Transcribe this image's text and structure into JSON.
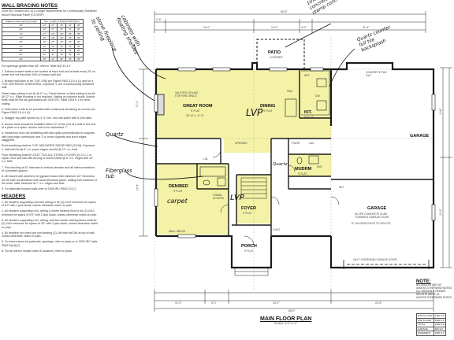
{
  "notes": {
    "wall_bracing": {
      "title": "WALL BRACING NOTES",
      "intro": "2009 IRC Section 602.10.4 Length requirements for Continuously Sheathed Wood Structural Panel (CS-WSP)",
      "table_header": [
        "Adjacent clear opening height",
        "Min. Length of Braced Wall Panel"
      ],
      "table_rows": [
        [
          "64\"",
          "24\"",
          "27\"",
          "30\"",
          "33\"",
          "36\""
        ],
        [
          "68\"",
          "26\"",
          "27\"",
          "30\"",
          "33\"",
          "36\""
        ],
        [
          "72\"",
          "27\"",
          "27\"",
          "30\"",
          "33\"",
          "36\""
        ],
        [
          "76\"",
          "30\"",
          "29\"",
          "30\"",
          "33\"",
          "36\""
        ],
        [
          "80\"",
          "32\"",
          "30\"",
          "30\"",
          "33\"",
          "36\""
        ],
        [
          "84\"",
          "35\"",
          "32\"",
          "32\"",
          "33\"",
          "36\""
        ],
        [
          "88\"",
          "38\"",
          "35\"",
          "33\"",
          "33\"",
          "36\""
        ],
        [
          "92\"",
          "43\"",
          "37\"",
          "35\"",
          "35\"",
          "36\""
        ],
        [
          "96\"",
          "48\"",
          "41\"",
          "38\"",
          "36\"",
          "36\""
        ]
      ],
      "notes_list": [
        "For openings greater than 96\" refer to Table 602.10.4.2",
        "1. Exterior braced walls to be located at each end and at least every 25' on center but not less than 16% of braced wall line.",
        "2. Braced wall lines to be 7/16\" OSB per Figure R602.10.4.4 (1) and for a 7/16\" APA RATED SHEATHING, exposure 1, are a continuously sheathed wall.",
        "Panel edge nailing to be 6d @ 6\" o.c. Panel interior or field nailing to be 8d @ 12\" o.c. Edge blocking is not required. Nailing at common studs. Anchor bolts must be hot dip galvanized per 2009 IRC Table 2304.9.1 for other nailing.",
        "3. Hold down ends to be provided with continuous sheathing at corners per Figure R602.10.4.4 (1).",
        "4. Stagger top plate splices by 3'-0\" min. and nail splice with 8-16d nails.",
        "5. Anchor bolts should be installed within 12\" of the end of a wall or the end of a plate or a splice. Anchor bolt to be embedded 7\".",
        "6. Install floor and roof sheathing with face grain perpendicular to supports with long edge continuous over 2 or more supports and short edges staggered.",
        "Roof sheathing shall be 7/16\" APA RATED SHEATHING (24/16), Exposure 1. Nail with 8d @ 6\" o.c. panel edges and 8d @ 12\" o.c. field.",
        "Floor sheathing shall be 23/32\" T&G ALL STURD-I-FLOOR (24 O.C.) or equal. Glue and nail with 8d ring or screw shank @ 6\" o.c. edges and 12\" o.c. field.",
        "7. Fire-blocking at 10' intervals in vertical direction and all interconnections of concealed spaces.",
        "8. All braced wall panels to be gypsum board with minimum 1/2\" thickness on the side not sheathed with wood structural panel, nailing with minimum of 5d cooler nails, fastened at 7\" o.c. edges and field.",
        "9. For alternate braced walls refer to 2009 IRC R602.10.3.2"
      ]
    },
    "headers": {
      "title": "HEADERS",
      "notes_list": [
        "1. All headers supporting roof and ceiling to be (2)-2x10 minimum for spans of 6'0\" with 2 jack studs, unless otherwise noted on plan.",
        "2. All headers supporting roof, ceiling & center bearing floor to be (2)-2x10 minimum for spans of 6'0\" with 2 jack studs, unless otherwise noted on plan.",
        "3. All headers supporting roof, ceiling, and two center bearing floors shall be (2)-2x10 minimum for spans of 4'0\" with 2 jack studs, unless otherwise noted on plan.",
        "4. All headers not noted are non-bearing (2)-2x6 with flat 2x4 at top of wall unless otherwise noted on plan.",
        "5. To reduce sizes for particular openings, refer to plans or to 2009 IRC table R502.5(1)&(2).",
        "6. For all interior header sizes & locations, refer to plans."
      ]
    }
  },
  "rooms": {
    "great_room": {
      "name": "GREAT ROOM",
      "ceiling": "9' FLAT",
      "detail": "VAULTED CEILING\nFOR FIRE SPACE",
      "dims": "15'-10\" x 17'-5\""
    },
    "dining": {
      "name": "DINING",
      "ceiling": "9' FLAT"
    },
    "kitchen": {
      "name": "KIT.",
      "ceiling": "9' FLAT"
    },
    "den_bed": {
      "name": "DEN/BED",
      "ceiling": "9' FLAT"
    },
    "mudroom": {
      "name": "MUDRM",
      "ceiling": "9' FLAT"
    },
    "foyer": {
      "name": "FOYER",
      "ceiling": "9' FLAT"
    },
    "porch": {
      "name": "PORCH",
      "ceiling": "9' FLAT"
    },
    "patio": {
      "name": "PATIO",
      "detail": "COVERED"
    },
    "garage_main": {
      "name": "GARAGE",
      "detail": "SLOPE CONCRETE SLAB\nTOWARDS GARAGE DOOR",
      "note": "8\" ON DEAD EDGE TO DELETE"
    },
    "garage_side": {
      "name": "GARAGE"
    },
    "pwdr": {
      "name": "PWDR"
    },
    "lau": {
      "name": "LAU"
    },
    "closet": {
      "name": "COAT"
    }
  },
  "annotations": {
    "stone_fireplace": "stone fireplace\nto ceiling",
    "cabinets": "cabinets with\nfloating shelves",
    "concrete_patio": "10x16\nconcrete patio\nstamp concrete",
    "quartz_counter": "Quartz counter\nfull tile\nbacksplash",
    "quartz_left": "Quartz",
    "fiberglass_tub": "Fiberglass\ntub",
    "lvp_dining": "LVP",
    "lvp_foyer": "LVP",
    "lvp_den": "carpet",
    "quartz_bath": "Quartz"
  },
  "labels": {
    "linen": "LIN.",
    "pantry": "PAN.",
    "dw": "DW",
    "ref": "REF",
    "wd": "W/D",
    "water_heater": "WH",
    "concrete_pad": "CONCRETE PAD\n3'x4'",
    "wall_above": "WALL ABOVE",
    "opening": "OPENING",
    "garage_door": "16'x7' OVERHEAD GARAGE DOOR",
    "crawl": "CRAWL\nACCESS"
  },
  "dimensions": {
    "top_overall": "69'-8\"",
    "top_a": "2'-6\"",
    "top_b": "24'-0\"",
    "top_c": "12'-0\"",
    "top_d": "3'-0\"",
    "top_e": "21'-6\"",
    "bottom_overall": "68'-0\"",
    "bottom_a": "12'-3\"",
    "bottom_b": "5'-0\"",
    "bottom_c": "24'-0\"",
    "bottom_d": "22'-6\"",
    "right_a": "24'-0\"",
    "right_b": "20'-0\"",
    "left_a": "11'-0\"",
    "left_b": "15'-6\""
  },
  "title_block": {
    "title": "MAIN FLOOR PLAN",
    "scale": "SCALE: 1/4\"=1'-0\""
  },
  "note_block": {
    "title": "NOTE:",
    "lines": [
      "ALL ANGLES ARE 45°",
      "UNLESS OTHERWISE NOTED",
      "ALL WINDOW & HEADER",
      "HEIGHTS ARE 6'-10\"",
      "UNLESS OTHERWISE NOTED"
    ]
  },
  "area_table": {
    "rows": [
      [
        "MAIN FLOOR",
        "1390 S.F."
      ],
      [
        "2ND FLOOR",
        "1390 S.F."
      ],
      [
        "TOTAL",
        "2780 S.F."
      ],
      [
        "GARAGE",
        "669 S.F."
      ],
      [
        "BASEMENT",
        "1390 S.F."
      ]
    ]
  },
  "colors": {
    "highlight": "#f3f2a6",
    "wall": "#1a1a1a",
    "ink": "#111111"
  }
}
